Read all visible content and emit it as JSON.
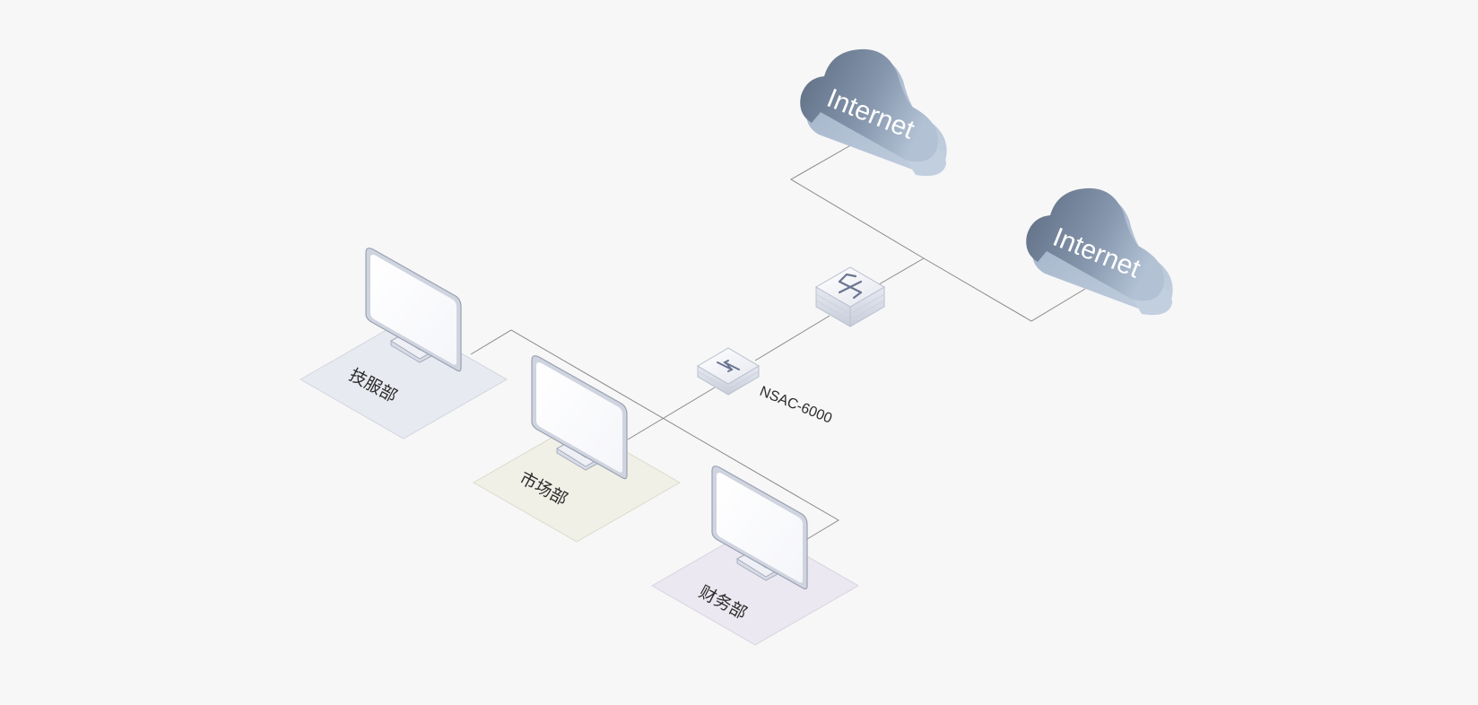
{
  "clouds": [
    {
      "label": "Internet"
    },
    {
      "label": "Internet"
    }
  ],
  "devices": {
    "gateway_label": "NSAC-6000"
  },
  "departments": [
    {
      "label": "技服部",
      "zone_color": "#e8eaf1"
    },
    {
      "label": "市场部",
      "zone_color": "#f1f0e6"
    },
    {
      "label": "财务部",
      "zone_color": "#ece8f1"
    }
  ],
  "colors": {
    "background": "#f7f7f7",
    "link_line": "#8a8a8a",
    "cloud_dark": "#5e6d82",
    "cloud_light": "#b4c3d6",
    "device_body": "#dfe3ec"
  },
  "icons": {
    "switch": "switch-icon",
    "router": "router-icon",
    "monitor": "monitor-icon",
    "cloud": "cloud-icon"
  }
}
